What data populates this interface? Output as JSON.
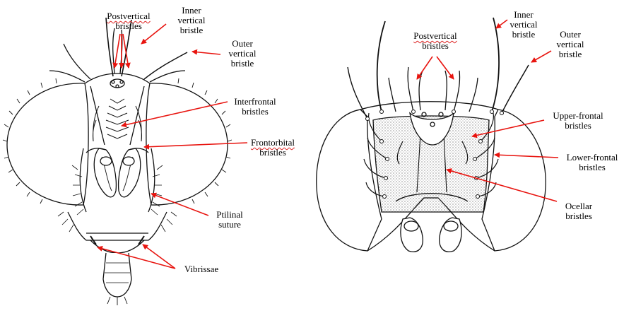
{
  "colors": {
    "arrow": "#e8140f",
    "line": "#111111",
    "stipple": "#dcdcdc"
  },
  "left_head": {
    "labels": {
      "postvertical": [
        "Postvertical",
        "bristles"
      ],
      "inner_vertical": [
        "Inner",
        "vertical",
        "bristle"
      ],
      "outer_vertical": [
        "Outer",
        "vertical",
        "bristle"
      ],
      "interfrontal": [
        "Interfrontal",
        "bristles"
      ],
      "frontorbital": [
        "Frontorbital",
        "bristles"
      ],
      "ptilinal": [
        "Ptilinal",
        "suture"
      ],
      "vibrissae": [
        "Vibrissae"
      ]
    }
  },
  "right_head": {
    "labels": {
      "postvertical": [
        "Postvertical",
        "bristles"
      ],
      "inner_vertical": [
        "Inner",
        "vertical",
        "bristle"
      ],
      "outer_vertical": [
        "Outer",
        "vertical",
        "bristle"
      ],
      "upper_frontal": [
        "Upper-frontal",
        "bristles"
      ],
      "lower_frontal": [
        "Lower-frontal",
        "bristles"
      ],
      "ocellar": [
        "Ocellar",
        "bristles"
      ]
    }
  }
}
